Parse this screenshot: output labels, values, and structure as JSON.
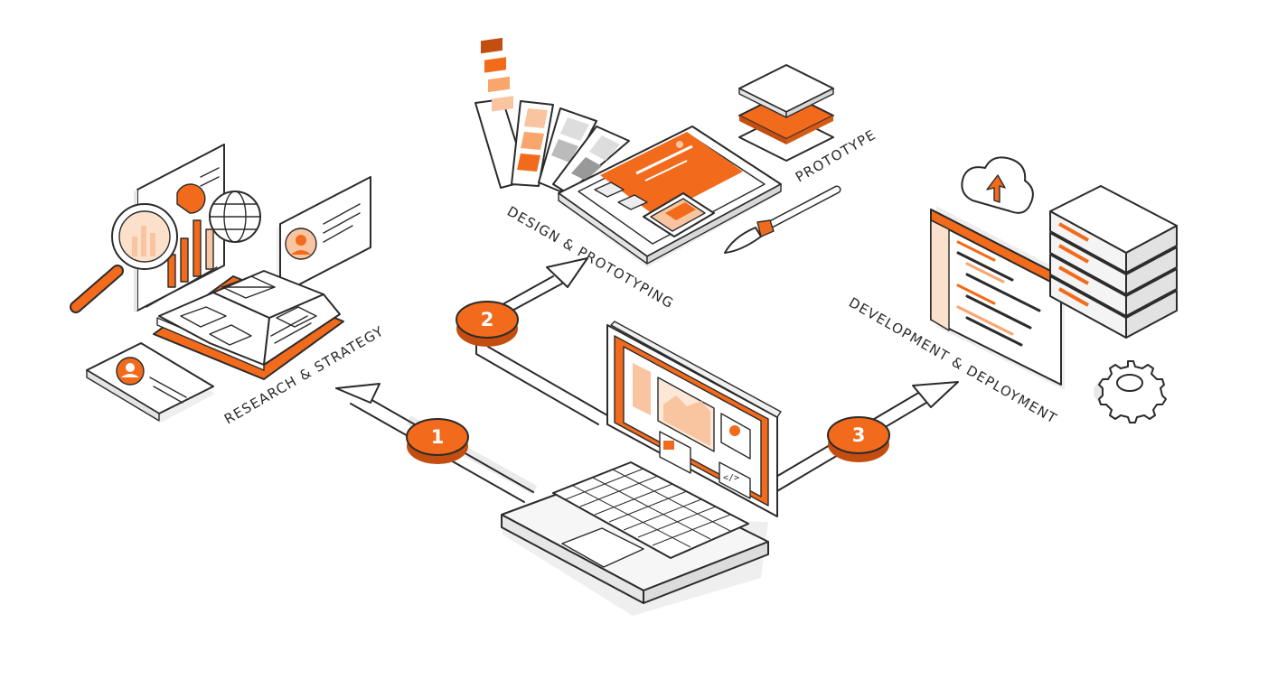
{
  "colors": {
    "accent": "#F26A1B",
    "accent_light": "#F9C4A0",
    "ink": "#2B2B2B",
    "shadow": "#E9E9E9",
    "background": "#FFFFFF"
  },
  "steps": [
    {
      "number": "1",
      "label": "RESEARCH & STRATEGY"
    },
    {
      "number": "2",
      "label": "DESIGN & PROTOTYPING"
    },
    {
      "number": "3",
      "label": "DEVELOPMENT & DEPLOYMENT"
    }
  ],
  "prototype_label": "PROTOTYPE",
  "icons": {
    "research": [
      "magnifier-icon",
      "globe-icon",
      "bar-chart-icon",
      "profile-card-icon",
      "wireframe-book-icon",
      "phone-profile-icon"
    ],
    "design": [
      "color-swatch-fan-icon",
      "tablet-mockup-icon",
      "phone-mockup-icon",
      "layer-stack-icon",
      "paint-brush-icon"
    ],
    "development": [
      "cloud-upload-icon",
      "code-editor-icon",
      "server-rack-icon",
      "gear-icon"
    ],
    "center": [
      "laptop-icon"
    ]
  }
}
